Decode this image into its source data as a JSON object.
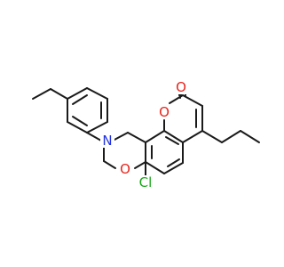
{
  "molecule": {
    "atoms": {
      "carbonyl_o": {
        "label": "O",
        "color": "#e8251c"
      },
      "ring_o1": {
        "label": "O",
        "color": "#e8251c"
      },
      "ring_o2": {
        "label": "O",
        "color": "#e8251c"
      },
      "nitrogen": {
        "label": "N",
        "color": "#2233e0"
      },
      "chlorine": {
        "label": "Cl",
        "color": "#17a617"
      }
    },
    "bond_color": "#1a1a1a"
  }
}
